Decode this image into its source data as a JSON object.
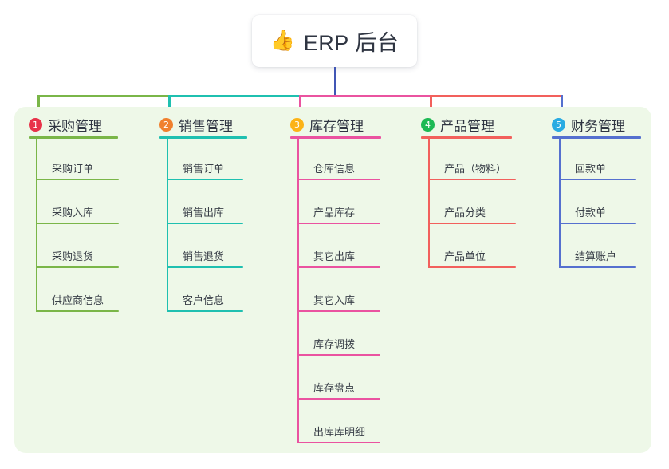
{
  "root": {
    "icon": "thumbs-up-icon",
    "emoji": "👍",
    "label": "ERP 后台"
  },
  "palette": {
    "panel_bg": "#eef8e8",
    "page_bg": "#ffffff",
    "trunk": "#4156b5",
    "text": "#2f3542"
  },
  "columns": [
    {
      "index": "1",
      "title": "采购管理",
      "line_color": "#7ab648",
      "badge_color": "#e8334a",
      "items": [
        "采购订单",
        "采购入库",
        "采购退货",
        "供应商信息"
      ]
    },
    {
      "index": "2",
      "title": "销售管理",
      "line_color": "#1fc0b0",
      "badge_color": "#f0802e",
      "items": [
        "销售订单",
        "销售出库",
        "销售退货",
        "客户信息"
      ]
    },
    {
      "index": "3",
      "title": "库存管理",
      "line_color": "#ea53a0",
      "badge_color": "#fcb316",
      "items": [
        "仓库信息",
        "产品库存",
        "其它出库",
        "其它入库",
        "库存调拨",
        "库存盘点",
        "出库库明细"
      ]
    },
    {
      "index": "4",
      "title": "产品管理",
      "line_color": "#f2605c",
      "badge_color": "#1db954",
      "items": [
        "产品（物料）",
        "产品分类",
        "产品单位"
      ]
    },
    {
      "index": "5",
      "title": "财务管理",
      "line_color": "#5570cf",
      "badge_color": "#29abe2",
      "items": [
        "回款单",
        "付款单",
        "结算账户"
      ]
    }
  ]
}
